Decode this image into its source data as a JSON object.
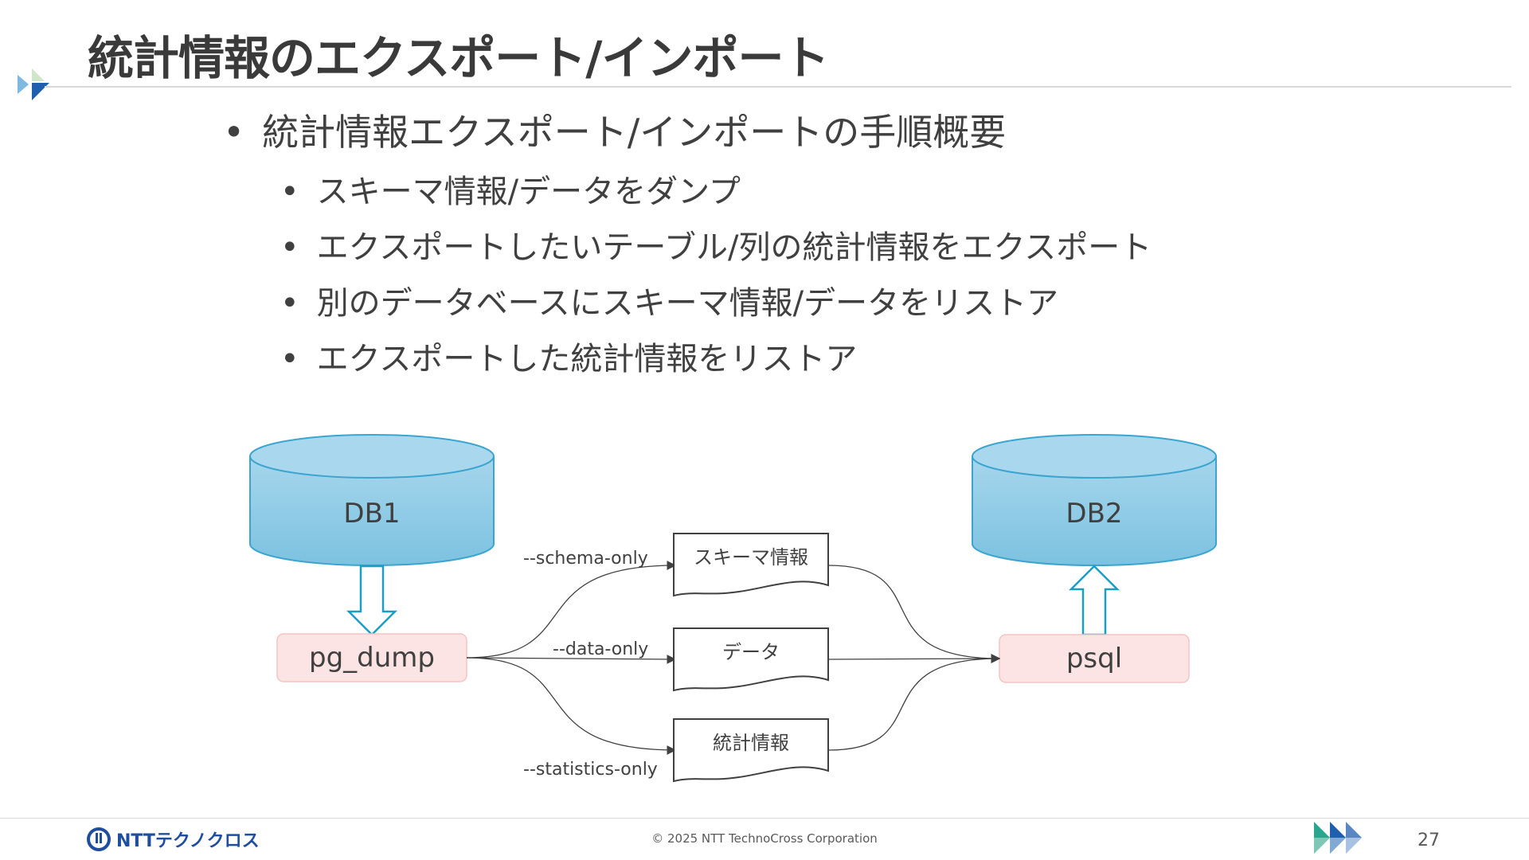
{
  "slide": {
    "title": "統計情報のエクスポート/インポート",
    "bullet_main": "統計情報エクスポート/インポートの手順概要",
    "sub_bullets": [
      "スキーマ情報/データをダンプ",
      "エクスポートしたいテーブル/列の統計情報をエクスポート",
      "別のデータベースにスキーマ情報/データをリストア",
      "エクスポートした統計情報をリストア"
    ],
    "bullet_symbol": "•"
  },
  "diagram": {
    "db1_label": "DB1",
    "db2_label": "DB2",
    "dump_tool": "pg_dump",
    "restore_tool": "psql",
    "options": {
      "schema": "--schema-only",
      "data": "--data-only",
      "statistics": "--statistics-only"
    },
    "documents": {
      "schema": "スキーマ情報",
      "data": "データ",
      "statistics": "統計情報"
    }
  },
  "footer": {
    "logo_text": "NTTテクノクロス",
    "copyright": "© 2025 NTT TechnoCross Corporation",
    "page_number": "27"
  },
  "colors": {
    "db_fill_top": "#a4d4ea",
    "db_fill_bottom": "#7ec3e0",
    "db_stroke": "#3ba4cf",
    "tool_fill": "#fde4e4",
    "tool_stroke": "#f3c3c3",
    "arrow_stroke": "#1a9ec4",
    "logo_blue": "#1f4e9e"
  }
}
